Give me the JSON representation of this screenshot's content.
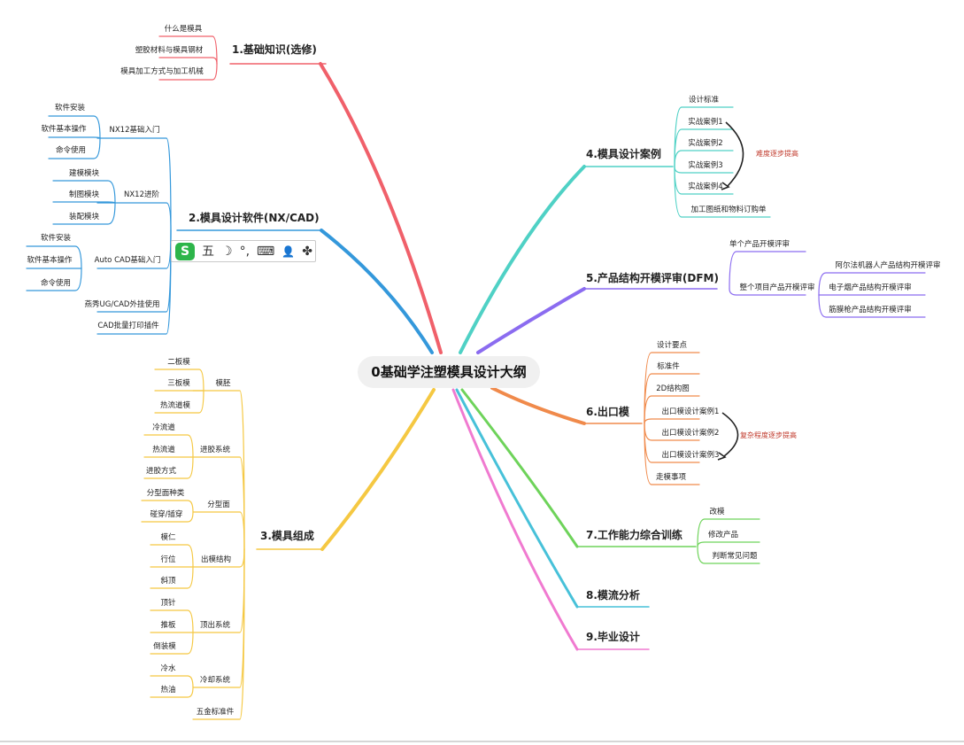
{
  "center": "0基础学注塑模具设计大纲",
  "colors": {
    "b1": "#f0606a",
    "b2": "#3498db",
    "b3": "#f5c842",
    "b4": "#4fd1c5",
    "b5": "#8b6cf0",
    "b6": "#f08a4b",
    "b7": "#6ed35a",
    "b8": "#47c1d9",
    "b9": "#f07ad0"
  },
  "branches": {
    "b1": {
      "title": "1.基础知识(选修)",
      "items": [
        "什么是模具",
        "塑胶材料与模具钢材",
        "模具加工方式与加工机械"
      ]
    },
    "b2": {
      "title": "2.模具设计软件(NX/CAD)",
      "g1": {
        "label": "NX12基础入门",
        "items": [
          "软件安装",
          "软件基本操作",
          "命令使用"
        ]
      },
      "g2": {
        "label": "NX12进阶",
        "items": [
          "建模模块",
          "制图模块",
          "装配模块"
        ]
      },
      "g3": {
        "label": "Auto CAD基础入门",
        "items": [
          "软件安装",
          "软件基本操作",
          "命令使用"
        ]
      },
      "e1": "燕秀UG/CAD外挂使用",
      "e2": "CAD批量打印插件"
    },
    "b3": {
      "title": "3.模具组成",
      "g1": {
        "label": "模胚",
        "items": [
          "二板模",
          "三板模",
          "热流道模"
        ]
      },
      "g2": {
        "label": "进胶系统",
        "items": [
          "冷流道",
          "热流道",
          "进胶方式"
        ]
      },
      "g3": {
        "label": "分型面",
        "items": [
          "分型面种类",
          "碰穿/插穿"
        ]
      },
      "g4": {
        "label": "出模结构",
        "items": [
          "模仁",
          "行位",
          "斜顶"
        ]
      },
      "g5": {
        "label": "顶出系统",
        "items": [
          "顶针",
          "推板",
          "倒装模"
        ]
      },
      "g6": {
        "label": "冷却系统",
        "items": [
          "冷水",
          "热油"
        ]
      },
      "e1": "五金标准件"
    },
    "b4": {
      "title": "4.模具设计案例",
      "items": [
        "设计标准",
        "实战案例1",
        "实战案例2",
        "实战案例3",
        "实战案例4",
        "加工图纸和物料订购单"
      ],
      "note": "难度逐步提高"
    },
    "b5": {
      "title": "5.产品结构开模评审(DFM)",
      "items": [
        "单个产品开模评审",
        "整个项目产品开模评审"
      ],
      "sub": [
        "阿尔法机器人产品结构开模评审",
        "电子烟产品结构开模评审",
        "筋膜枪产品结构开模评审"
      ]
    },
    "b6": {
      "title": "6.出口模",
      "items": [
        "设计要点",
        "标准件",
        "2D结构图",
        "出口模设计案例1",
        "出口模设计案例2",
        "出口模设计案例3",
        "走模事项"
      ],
      "note": "复杂程度逐步提高"
    },
    "b7": {
      "title": "7.工作能力综合训练",
      "items": [
        "改模",
        "修改产品",
        "判断常见问题"
      ]
    },
    "b8": {
      "title": "8.模流分析"
    },
    "b9": {
      "title": "9.毕业设计"
    }
  },
  "toolbar": {
    "logo": "S",
    "ime": "五",
    "moon": "☽",
    "punct": "°,",
    "keyboard": "⌨",
    "user": "👤",
    "apps": "✤"
  }
}
